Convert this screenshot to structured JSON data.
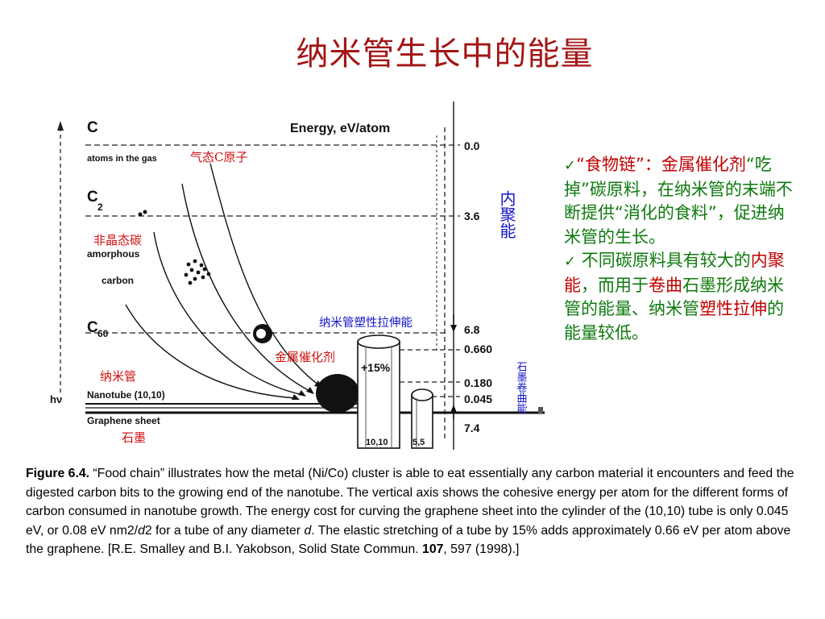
{
  "slide_title": "纳米管生长中的能量",
  "diagram": {
    "energy_header": "Energy, eV/atom",
    "levels": [
      {
        "label": "C",
        "sub": "",
        "value": "0.0"
      },
      {
        "label": "C",
        "sub": "2",
        "value": "3.6"
      },
      {
        "label": "C",
        "sub": "60",
        "value": "6.8"
      }
    ],
    "atoms_in_gas": "atoms in the gas",
    "amorphous": "amorphous",
    "carbon": "carbon",
    "nanotube_label": "Nanotube (10,10)",
    "graphene_label": "Graphene sheet",
    "hv": "hν",
    "plus15": "+15%",
    "values_lower": [
      "0.660",
      "0.180",
      "0.045",
      "7.4"
    ],
    "tube_labels": [
      "10,10",
      "5,5"
    ],
    "cn": {
      "gas_atoms": "气态C原子",
      "amorphous_carbon": "非晶态碳",
      "nanotube": "纳米管",
      "graphite": "石墨",
      "metal_catalyst": "金属催化剂",
      "plastic_stretch_energy": "纳米管塑性拉伸能",
      "cohesive_energy": "内聚能",
      "graphite_curl_energy": "石墨卷曲能"
    }
  },
  "notes": {
    "check_mark": "✓",
    "item1": [
      {
        "t": "“食物链”：",
        "c": "red"
      },
      {
        "t": "金属催化剂",
        "c": "red"
      },
      {
        "t": "“吃掉”碳原料，在纳米管的末端不断提供“消化的食料”，促进纳米管的生长。",
        "c": "green"
      }
    ],
    "item2": [
      {
        "t": "不同碳原料具有较大的",
        "c": "green"
      },
      {
        "t": "内聚能",
        "c": "red"
      },
      {
        "t": "，而用于",
        "c": "green"
      },
      {
        "t": "卷曲",
        "c": "red"
      },
      {
        "t": "石墨形成纳米管的能量、纳米管",
        "c": "green"
      },
      {
        "t": "塑性拉伸",
        "c": "red"
      },
      {
        "t": "的能量较低。",
        "c": "green"
      }
    ]
  },
  "caption": {
    "figure_label": "Figure 6.4.",
    "text_1": " “Food chain” illustrates how the metal (Ni/Co) cluster is able to eat essentially any carbon material it encounters and feed the digested carbon bits to the growing end of the nanotube. The vertical axis shows the cohesive energy per atom for the different forms of carbon consumed in nanotube growth. The energy cost for curving the graphene sheet into the cylinder of the (10,10) tube is only 0.045 eV, or 0.08 eV nm2/",
    "italic_d": "d",
    "text_2": "2 for a tube of any diameter ",
    "italic_d2": "d",
    "text_3": ". The elastic stretching of a tube by 15% adds approximately 0.66 eV per atom above the graphene. [R.E. Smalley and B.I. Yakobson, Solid State Commun. ",
    "volume": "107",
    "text_4": ", 597 (1998).]"
  },
  "colors": {
    "title": "#a31515",
    "notes_green": "#0e7a0e",
    "notes_red": "#c00000",
    "diagram_red": "#d01010",
    "diagram_blue": "#1515c8"
  }
}
